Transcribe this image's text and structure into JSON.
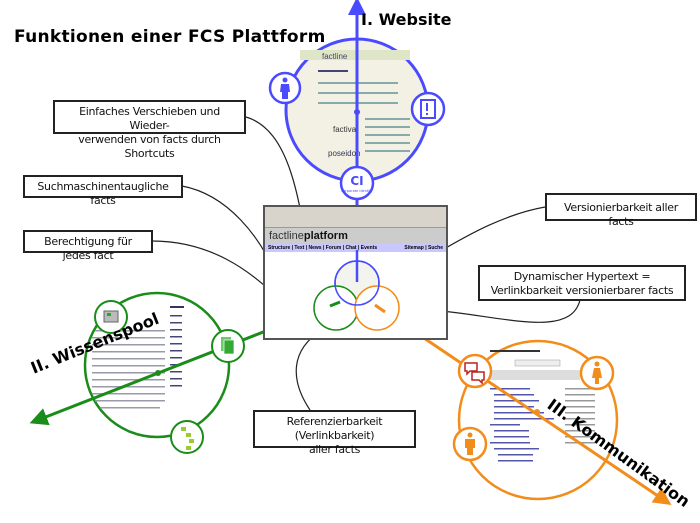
{
  "title": "Funktionen einer FCS Plattform",
  "sections": {
    "website": {
      "label": "I. Website",
      "color": "#4a4aff",
      "ci_label": "CI",
      "ci_sub": "corporate identity",
      "icons": [
        "person-icon",
        "clipboard-alert-icon"
      ]
    },
    "wissenspool": {
      "label": "II. Wissenspool",
      "color": "#1a8c1a",
      "icons": [
        "document-icon",
        "pages-icon",
        "folder-tree-icon"
      ]
    },
    "kommunikation": {
      "label": "III. Kommunikation",
      "color": "#f28c1a",
      "icons": [
        "chat-bubbles-icon",
        "person-female-icon",
        "person-male-icon"
      ]
    }
  },
  "callouts": {
    "shortcuts": [
      "Einfaches Verschieben und Wieder-",
      "verwenden von facts durch Shortcuts"
    ],
    "search": [
      "Suchmaschinentaugliche facts"
    ],
    "permission": [
      "Berechtigung für jedes fact"
    ],
    "versioning": [
      "Versionierbarkeit aller facts"
    ],
    "hypertext": [
      "Dynamischer Hypertext =",
      "Verlinkbarkeit versionierbarer facts"
    ],
    "reference": [
      "Referenzierbarkeit (Verlinkbarkeit)",
      "aller facts"
    ]
  },
  "screenshot": {
    "brand_light": "factline",
    "brand_bold": "platform",
    "menu": "Structure | Text | News | Forum | Chat | Events",
    "menu_right": "Sitemap | Suche"
  }
}
